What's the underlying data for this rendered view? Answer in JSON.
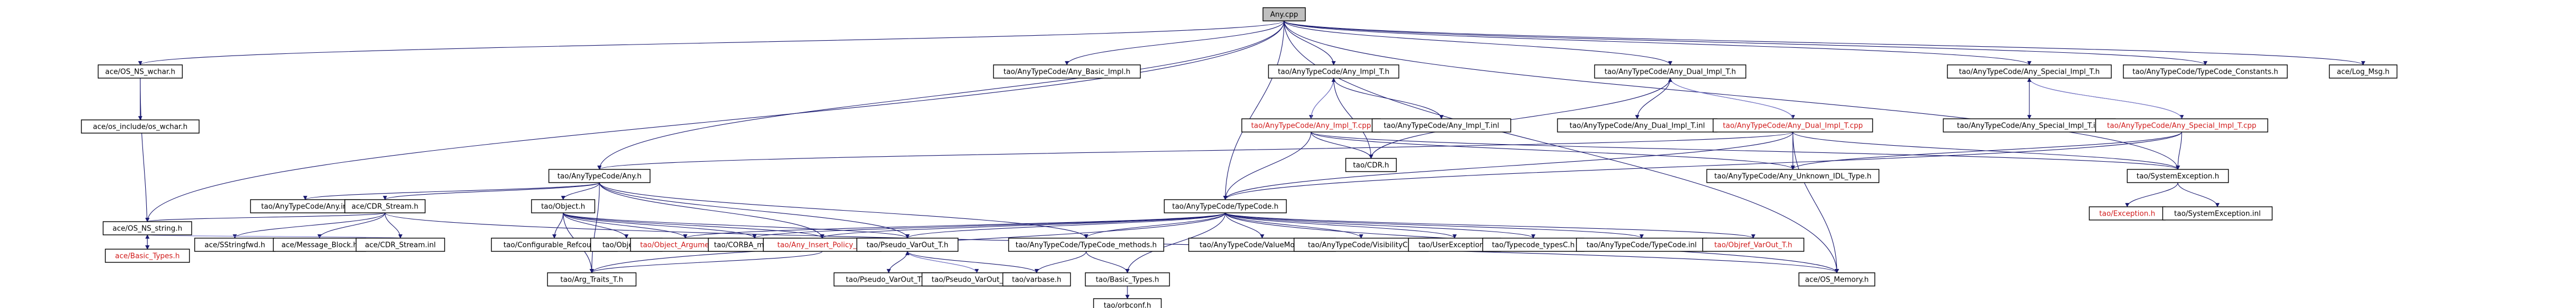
{
  "graph": {
    "root": "n0",
    "nodes": [
      {
        "id": "n0",
        "label": "Any.cpp",
        "kind": "root"
      },
      {
        "id": "n1",
        "label": "ace/OS_NS_wchar.h"
      },
      {
        "id": "n2",
        "label": "ace/os_include/os_wchar.h"
      },
      {
        "id": "n3",
        "label": "ace/Basic_Types.h",
        "kind": "red"
      },
      {
        "id": "n4",
        "label": "ace/OS_NS_string.h"
      },
      {
        "id": "n5",
        "label": "tao/AnyTypeCode/Any.h"
      },
      {
        "id": "n6",
        "label": "tao/AnyTypeCode/Any.inl"
      },
      {
        "id": "n7",
        "label": "ace/CDR_Stream.h"
      },
      {
        "id": "n8",
        "label": "ace/SStringfwd.h"
      },
      {
        "id": "n9",
        "label": "ace/Message_Block.h"
      },
      {
        "id": "n10",
        "label": "ace/CDR_Stream.inl"
      },
      {
        "id": "n11",
        "label": "tao/Object.h"
      },
      {
        "id": "n12",
        "label": "tao/Configurable_Refcount.h"
      },
      {
        "id": "n13",
        "label": "tao/Object.inl"
      },
      {
        "id": "n14",
        "label": "tao/Object_Argument_T.h",
        "kind": "red"
      },
      {
        "id": "n15",
        "label": "tao/CORBA_methods.h"
      },
      {
        "id": "n16",
        "label": "tao/Any_Insert_Policy_T.h",
        "kind": "red"
      },
      {
        "id": "n17",
        "label": "tao/Arg_Traits_T.h"
      },
      {
        "id": "n18",
        "label": "tao/Pseudo_VarOut_T.h"
      },
      {
        "id": "n19",
        "label": "tao/Pseudo_VarOut_T.inl"
      },
      {
        "id": "n20",
        "label": "tao/Pseudo_VarOut_T.cpp"
      },
      {
        "id": "n21",
        "label": "tao/AnyTypeCode/Any_Basic_Impl.h"
      },
      {
        "id": "n22",
        "label": "tao/AnyTypeCode/TypeCode.h"
      },
      {
        "id": "n23",
        "label": "tao/AnyTypeCode/TypeCode_methods.h"
      },
      {
        "id": "n24",
        "label": "tao/Basic_Types.h"
      },
      {
        "id": "n25",
        "label": "tao/orbconf.h"
      },
      {
        "id": "n26",
        "label": "tao/varbase.h"
      },
      {
        "id": "n27",
        "label": "tao/AnyTypeCode/ValueModifierC.h"
      },
      {
        "id": "n28",
        "label": "tao/AnyTypeCode/VisibilityC.h"
      },
      {
        "id": "n29",
        "label": "tao/UserException.h"
      },
      {
        "id": "n30",
        "label": "tao/Typecode_typesC.h"
      },
      {
        "id": "n31",
        "label": "tao/AnyTypeCode/TypeCode.inl"
      },
      {
        "id": "n32",
        "label": "tao/Objref_VarOut_T.h",
        "kind": "red"
      },
      {
        "id": "n33",
        "label": "ace/OS_Memory.h"
      },
      {
        "id": "n34",
        "label": "tao/AnyTypeCode/Any_Impl_T.h"
      },
      {
        "id": "n35",
        "label": "tao/AnyTypeCode/Any_Impl_T.cpp",
        "kind": "red"
      },
      {
        "id": "n36",
        "label": "tao/AnyTypeCode/Any_Impl_T.inl"
      },
      {
        "id": "n37",
        "label": "tao/CDR.h"
      },
      {
        "id": "n38",
        "label": "tao/AnyTypeCode/Any_Dual_Impl_T.h"
      },
      {
        "id": "n39",
        "label": "tao/AnyTypeCode/Any_Dual_Impl_T.inl"
      },
      {
        "id": "n40",
        "label": "tao/AnyTypeCode/Any_Dual_Impl_T.cpp",
        "kind": "red"
      },
      {
        "id": "n41",
        "label": "tao/AnyTypeCode/Any_Unknown_IDL_Type.h"
      },
      {
        "id": "n42",
        "label": "tao/AnyTypeCode/Any_Special_Impl_T.h"
      },
      {
        "id": "n43",
        "label": "tao/AnyTypeCode/Any_Special_Impl_T.inl"
      },
      {
        "id": "n44",
        "label": "tao/AnyTypeCode/Any_Special_Impl_T.cpp",
        "kind": "red"
      },
      {
        "id": "n45",
        "label": "tao/SystemException.h"
      },
      {
        "id": "n46",
        "label": "tao/Exception.h",
        "kind": "red"
      },
      {
        "id": "n47",
        "label": "tao/SystemException.inl"
      },
      {
        "id": "n48",
        "label": "tao/AnyTypeCode/TypeCode_Constants.h"
      },
      {
        "id": "n49",
        "label": "ace/Log_Msg.h"
      }
    ],
    "edges": [
      [
        "n0",
        "n1"
      ],
      [
        "n0",
        "n4"
      ],
      [
        "n0",
        "n5"
      ],
      [
        "n0",
        "n21"
      ],
      [
        "n0",
        "n22"
      ],
      [
        "n0",
        "n34"
      ],
      [
        "n0",
        "n38"
      ],
      [
        "n0",
        "n42"
      ],
      [
        "n0",
        "n48"
      ],
      [
        "n0",
        "n49"
      ],
      [
        "n0",
        "n45"
      ],
      [
        "n0",
        "n33"
      ],
      [
        "n1",
        "n2"
      ],
      [
        "n1",
        "n3"
      ],
      [
        "n4",
        "n3"
      ],
      [
        "n5",
        "n6"
      ],
      [
        "n5",
        "n7"
      ],
      [
        "n5",
        "n11"
      ],
      [
        "n5",
        "n18"
      ],
      [
        "n5",
        "n17"
      ],
      [
        "n5",
        "n16"
      ],
      [
        "n5",
        "n23"
      ],
      [
        "n7",
        "n8"
      ],
      [
        "n7",
        "n9"
      ],
      [
        "n7",
        "n10"
      ],
      [
        "n7",
        "n4"
      ],
      [
        "n7",
        "n33"
      ],
      [
        "n10",
        "n4"
      ],
      [
        "n11",
        "n12"
      ],
      [
        "n11",
        "n13"
      ],
      [
        "n11",
        "n14"
      ],
      [
        "n11",
        "n15"
      ],
      [
        "n11",
        "n16"
      ],
      [
        "n11",
        "n18"
      ],
      [
        "n11",
        "n17"
      ],
      [
        "n16",
        "n17"
      ],
      [
        "n18",
        "n19"
      ],
      [
        "n18",
        "n20"
      ],
      [
        "n18",
        "n26"
      ],
      [
        "n20",
        "n18"
      ],
      [
        "n22",
        "n23"
      ],
      [
        "n22",
        "n24"
      ],
      [
        "n22",
        "n27"
      ],
      [
        "n22",
        "n28"
      ],
      [
        "n22",
        "n29"
      ],
      [
        "n22",
        "n30"
      ],
      [
        "n22",
        "n31"
      ],
      [
        "n22",
        "n32"
      ],
      [
        "n22",
        "n33"
      ],
      [
        "n22",
        "n18"
      ],
      [
        "n22",
        "n17"
      ],
      [
        "n22",
        "n15"
      ],
      [
        "n22",
        "n14"
      ],
      [
        "n22",
        "n16"
      ],
      [
        "n23",
        "n24"
      ],
      [
        "n23",
        "n26"
      ],
      [
        "n24",
        "n25"
      ],
      [
        "n34",
        "n35"
      ],
      [
        "n34",
        "n36"
      ],
      [
        "n34",
        "n37"
      ],
      [
        "n35",
        "n34"
      ],
      [
        "n35",
        "n22"
      ],
      [
        "n35",
        "n37"
      ],
      [
        "n35",
        "n45"
      ],
      [
        "n35",
        "n41"
      ],
      [
        "n38",
        "n39"
      ],
      [
        "n38",
        "n40"
      ],
      [
        "n38",
        "n37"
      ],
      [
        "n40",
        "n38"
      ],
      [
        "n40",
        "n22"
      ],
      [
        "n40",
        "n5"
      ],
      [
        "n40",
        "n41"
      ],
      [
        "n40",
        "n45"
      ],
      [
        "n40",
        "n33"
      ],
      [
        "n42",
        "n43"
      ],
      [
        "n42",
        "n44"
      ],
      [
        "n44",
        "n42"
      ],
      [
        "n44",
        "n22"
      ],
      [
        "n44",
        "n41"
      ],
      [
        "n44",
        "n45"
      ],
      [
        "n45",
        "n46"
      ],
      [
        "n45",
        "n47"
      ]
    ]
  }
}
